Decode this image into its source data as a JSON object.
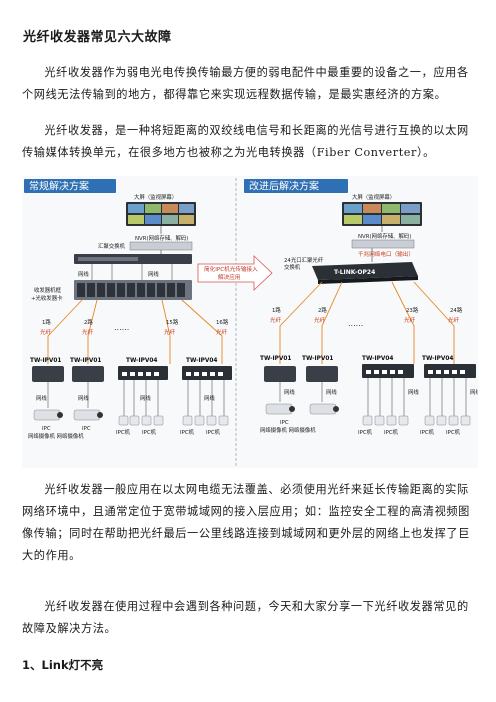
{
  "title": "光纤收发器常见六大故障",
  "paragraphs": [
    "光纤收发器作为弱电光电传换传输最方便的弱电配件中最重要的设备之一，应用各个网线无法传输到的地方，都得靠它来实现远程数据传输，是最实惠经济的方案。",
    "光纤收发器，是一种将短距离的双绞线电信号和长距离的光信号进行互换的以太网传输媒体转换单元，在很多地方也被称之为光电转换器（Fiber Converter）。",
    "光纤收发器一般应用在以太网电缆无法覆盖、必须使用光纤来延长传输距离的实际网络环境中，且通常定位于宽带城域网的接入层应用；如：监控安全工程的高清视频图像传输；同时在帮助把光纤最后一公里线路连接到城域网和更外层的网络上也发挥了巨大的作用。",
    "光纤收发器在使用过程中会遇到各种问题，今天和大家分享一下光纤收发器常见的故障及解决方法。"
  ],
  "heading1": "1、Link灯不亮",
  "diagram": {
    "left_title": "常规解决方案",
    "right_title": "改进后解决方案",
    "left": {
      "screen": "大屏（监视屏幕）",
      "nvr": "NVR(网络存储、解码)",
      "switch": "汇聚交换机",
      "net": "网线",
      "rack": "收发器机框\n+光收发器卡",
      "channels": [
        "1路",
        "2路",
        "15路",
        "16路"
      ],
      "fiber": "光纤",
      "devices": [
        "TW-IPV01",
        "TW-IPV01",
        "TW-IPV04",
        "TW-IPV04"
      ],
      "ipc": "IPC",
      "ipc_caption": "网络摄像机 网络摄像机",
      "ipc_machine": "IPC机"
    },
    "callout": "简化IPC机光传输接入解决应用",
    "right": {
      "screen": "大屏（监视屏幕）",
      "nvr": "NVR(网络存储、解码)",
      "port": "千兆网络电口（输出）",
      "switch_label": "24光口汇聚光纤交换机",
      "switch_model": "T-LINK-OP24",
      "channels": [
        "1路",
        "2路",
        "23路",
        "24路"
      ],
      "fiber": "光纤",
      "devices": [
        "TW-IPV01",
        "TW-IPV01",
        "TW-IPV04",
        "TW-IPV04"
      ],
      "net": "网线",
      "ipc": "IPC",
      "ipc_caption": "网络摄像机 网络摄像机",
      "ipc_machine": "IPC机"
    },
    "dots": "......"
  },
  "colors": {
    "banner": "#2f6fb3",
    "fiber": "#e8871e",
    "device_dark": "#3a3f47",
    "callout_border": "#d9534f"
  }
}
